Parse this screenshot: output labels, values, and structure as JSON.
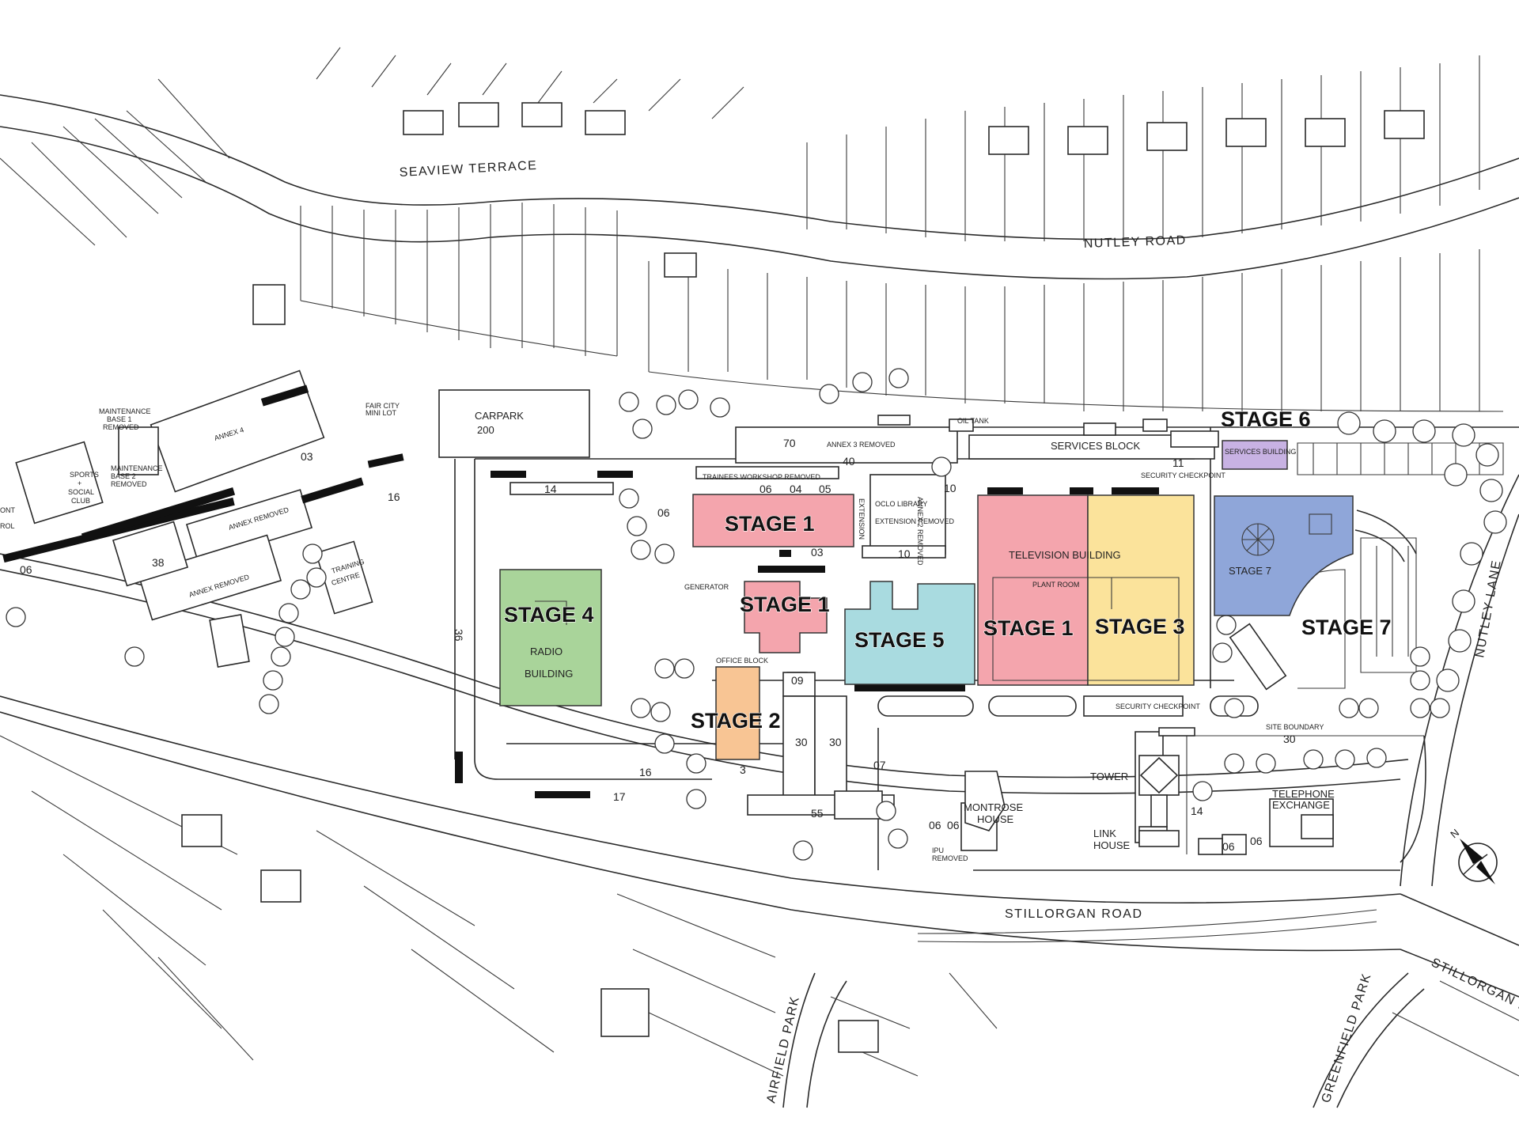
{
  "roads": {
    "seaview_terrace": "SEAVIEW TERRACE",
    "nutley_road": "NUTLEY ROAD",
    "nutley_lane": "NUTLEY LANE",
    "stillorgan_road": "STILLORGAN ROAD",
    "stillorgan_road_partial": "STILLORGAN R",
    "airfield_park": "AIRFIELD PARK",
    "greenfield_park": "GREENFIELD PARK"
  },
  "stages": {
    "stage1_a": "STAGE 1",
    "stage1_b": "STAGE 1",
    "stage1_c": "STAGE 1",
    "stage2": "STAGE 2",
    "stage3": "STAGE 3",
    "stage4": "STAGE 4",
    "stage5": "STAGE 5",
    "stage6": "STAGE 6",
    "stage7": "STAGE 7",
    "stage7_small": "STAGE 7"
  },
  "buildings": {
    "carpark": "CARPARK",
    "carpark_capacity": "200",
    "annex4": "ANNEX 4",
    "annex_removed_1": "ANNEX REMOVED",
    "annex_removed_2": "ANNEX REMOVED",
    "annex3_removed": "ANNEX 3 REMOVED",
    "annex2_removed": "ANNEX 2 REMOVED",
    "trainees_workshop_removed": "TRAINEES WORKSHOP REMOVED",
    "extension": "EXTENSION",
    "oclo_library": "OCLO LIBRARY",
    "extension_removed": "EXTENSION REMOVED",
    "services_block": "SERVICES BLOCK",
    "services_building": "SERVICES BUILDING",
    "security_checkpoint_1": "SECURITY CHECKPOINT",
    "security_checkpoint_2": "SECURITY CHECKPOINT",
    "oil_tank": "OIL TANK",
    "television_building": "TELEVISION BUILDING",
    "plant_room": "PLANT ROOM",
    "radio_building_1": "RADIO",
    "radio_building_2": "BUILDING",
    "office_block": "OFFICE BLOCK",
    "generator": "GENERATOR",
    "training_centre_1": "TRAINING",
    "training_centre_2": "CENTRE",
    "sports_club_1": "SPORTS",
    "sports_club_2": "+",
    "sports_club_3": "SOCIAL",
    "sports_club_4": "CLUB",
    "maintenance_1": "MAINTENANCE",
    "maintenance_1b": "BASE 1",
    "maintenance_1c": "REMOVED",
    "maintenance_2": "MAINTENANCE",
    "maintenance_2b": "BASE 2",
    "maintenance_2c": "REMOVED",
    "fair_city_1": "FAIR CITY",
    "fair_city_2": "MINI LOT",
    "tower": "TOWER",
    "link_house_1": "LINK",
    "link_house_2": "HOUSE",
    "montrose_1": "MONTROSE",
    "montrose_2": "HOUSE",
    "telephone_1": "TELEPHONE",
    "telephone_2": "EXCHANGE",
    "site_boundary": "SITE BOUNDARY",
    "ipu_1": "IPU",
    "ipu_2": "REMOVED",
    "control_1": "ONT",
    "control_2": "ROL"
  },
  "numbers": {
    "n70": "70",
    "n40": "40",
    "n11": "11",
    "n14": "14",
    "n16a": "16",
    "n16b": "16",
    "n06a": "06",
    "n04": "04",
    "n05": "05",
    "n06b": "06",
    "n03": "03",
    "n10": "10",
    "n09": "09",
    "n03b": "03",
    "n38": "38",
    "n06c": "06",
    "n36": "36",
    "n3": "3",
    "n17": "17",
    "n55": "55",
    "n30a": "30",
    "n30b": "30",
    "n07": "07",
    "n30c": "30",
    "n06d": "06",
    "n06e": "06",
    "n06f": "06",
    "n06g": "06",
    "n14b": "14",
    "n10b": "10"
  },
  "colors": {
    "stage1": "#f4a5ad",
    "stage2": "#f8c594",
    "stage3": "#fbe39b",
    "stage4": "#a9d49a",
    "stage5": "#a9dbe0",
    "stage6": "#c8b2e3",
    "stage7": "#8fa6d9"
  }
}
